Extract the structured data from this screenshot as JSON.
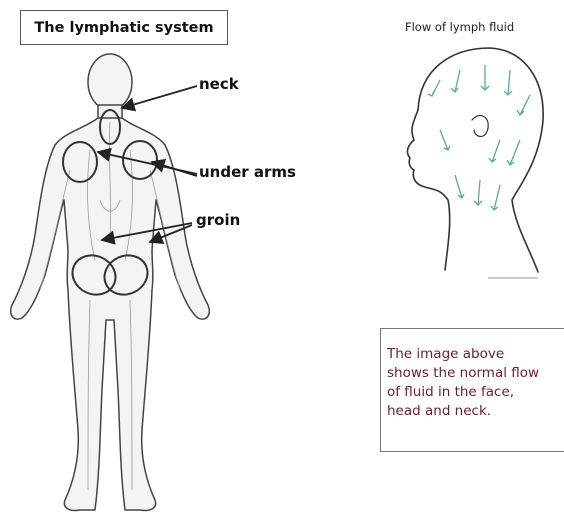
{
  "title": "The lymphatic system",
  "labels": {
    "neck": "neck",
    "under_arms": "under arms",
    "groin": "groin"
  },
  "flow_title": "Flow of lymph fluid",
  "info_text": "The image above\nshows the normal flow\nof fluid in the face,\nhead and neck.",
  "colors": {
    "text_dark": "#111111",
    "info_text": "#6b1e2e",
    "body_outline": "#444444",
    "face_arrows": "#5aa89a"
  }
}
